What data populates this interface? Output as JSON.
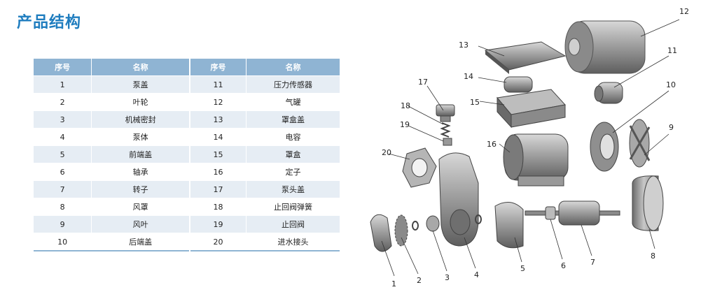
{
  "title": "产品结构",
  "table_headers": {
    "no": "序号",
    "name": "名称"
  },
  "parts": [
    {
      "no": "1",
      "name": "泵盖"
    },
    {
      "no": "2",
      "name": "叶轮"
    },
    {
      "no": "3",
      "name": "机械密封"
    },
    {
      "no": "4",
      "name": "泵体"
    },
    {
      "no": "5",
      "name": "前端盖"
    },
    {
      "no": "6",
      "name": "轴承"
    },
    {
      "no": "7",
      "name": "转子"
    },
    {
      "no": "8",
      "name": "风罩"
    },
    {
      "no": "9",
      "name": "风叶"
    },
    {
      "no": "10",
      "name": "后端盖"
    },
    {
      "no": "11",
      "name": "压力传感器"
    },
    {
      "no": "12",
      "name": "气罐"
    },
    {
      "no": "13",
      "name": "罩盒盖"
    },
    {
      "no": "14",
      "name": "电容"
    },
    {
      "no": "15",
      "name": "罩盒"
    },
    {
      "no": "16",
      "name": "定子"
    },
    {
      "no": "17",
      "name": "泵头盖"
    },
    {
      "no": "18",
      "name": "止回阀弹簧"
    },
    {
      "no": "19",
      "name": "止回阀"
    },
    {
      "no": "20",
      "name": "进水接头"
    }
  ],
  "diagram_labels": [
    "1",
    "2",
    "3",
    "4",
    "5",
    "6",
    "7",
    "8",
    "9",
    "10",
    "11",
    "12",
    "13",
    "14",
    "15",
    "16",
    "17",
    "18",
    "19",
    "20"
  ],
  "colors": {
    "title": "#1f7dbf",
    "table_header": "#8fb4d3",
    "row_stripe": "#e6edf4"
  }
}
